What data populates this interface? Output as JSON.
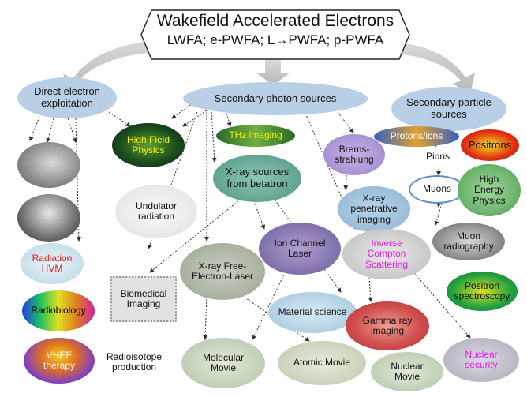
{
  "title": {
    "main": "Wakefield Accelerated Electrons",
    "sub": "LWFA; e-PWFA; L→PWFA; p-PWFA"
  },
  "categories": {
    "direct": "Direct electron\nexploitation",
    "photon": "Secondary photon sources",
    "particle": "Secondary particle\nsources"
  },
  "nodes": {
    "high_field": "High Field\nPhysics",
    "thz": "THz imaging",
    "brems": "Brems-\nstrahlung",
    "protons": "Protons/ions",
    "positrons": "Positrons",
    "pions": "Pions",
    "muons": "Muons",
    "hep": "High\nEnergy\nPhysics",
    "betatron": "X-ray sources\nfrom betatron",
    "xray_pen": "X-ray\npenetrative\nimaging",
    "undulator": "Undulator\nradiation",
    "ion_channel": "Ion Channel\nLaser",
    "icsc": "Inverse\nCompton\nScattering",
    "muon_rad": "Muon\nradiography",
    "radiation_hvm": "Radiation\nHVM",
    "xfel": "X-ray Free-\nElectron-Laser",
    "biomedical": "Biomedical\nImaging",
    "positron_spec": "Positron\nspectroscopy",
    "radiobiology": "Radiobiology",
    "material": "Material science",
    "gamma": "Gamma ray\nimaging",
    "vhee": "VHEE\ntherapy",
    "radioisotope": "Radioisotope\nproduction",
    "molecular": "Molecular\nMovie",
    "atomic": "Atomic Movie",
    "nuclear_movie": "Nuclear\nMovie",
    "nuclear_sec": "Nuclear\nsecurity"
  },
  "colors": {
    "category_fill": "#b9cfe6",
    "arrow_gray": "#c8c8c8",
    "magenta_text": "#e020e0",
    "red_text": "#e01818",
    "yellow_text": "#f2f000"
  }
}
